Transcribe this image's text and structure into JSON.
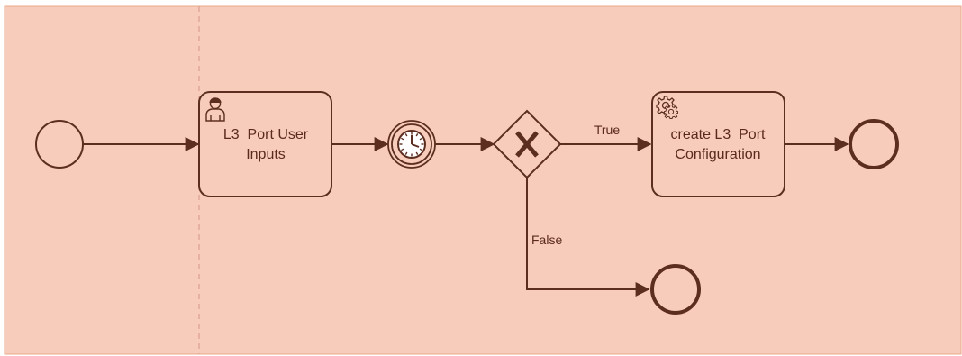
{
  "diagram": {
    "colors": {
      "pool_fill": "#f8ccbb",
      "pool_border": "#e8a888",
      "stroke": "#5c2e20",
      "lane_divider": "#e0a898",
      "node_fill": "#f8ccbb"
    },
    "tasks": [
      {
        "id": "user-inputs",
        "line1": "L3_Port User",
        "line2": "Inputs",
        "icon": "user-icon"
      },
      {
        "id": "create-config",
        "line1": "create L3_Port",
        "line2": "Configuration",
        "icon": "gear-icon"
      }
    ],
    "gateway": {
      "icon": "exclusive-gateway-x-icon"
    },
    "timer": {
      "icon": "clock-icon"
    },
    "flows": {
      "true_label": "True",
      "false_label": "False"
    }
  }
}
